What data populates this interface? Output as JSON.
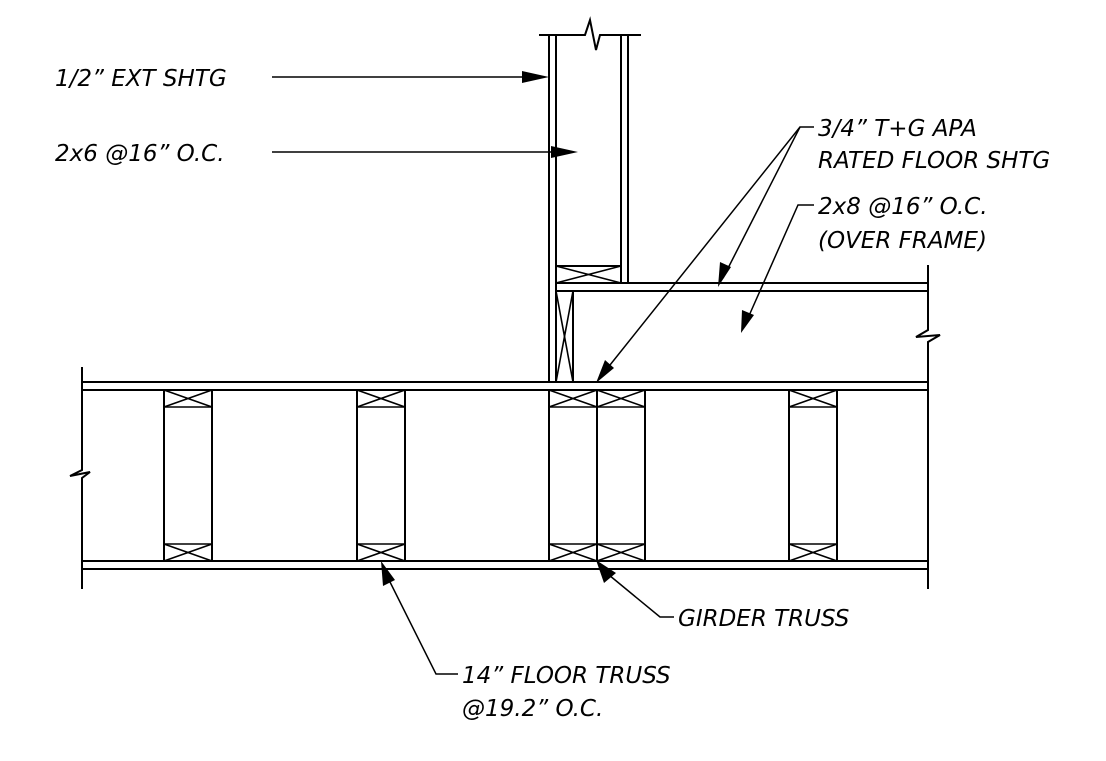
{
  "colors": {
    "line": "#000000",
    "background": "#ffffff"
  },
  "labels": {
    "ext_sheathing": "1/2” EXT SHTG",
    "wall_studs": "2x6 @16” O.C.",
    "floor_sheathing_line1": "3/4” T+G APA",
    "floor_sheathing_line2": "RATED FLOOR SHTG",
    "joists_line1": "2x8 @16” O.C.",
    "joists_line2": "(OVER FRAME)",
    "girder_truss": "GIRDER TRUSS",
    "floor_truss_line1": "14” FLOOR TRUSS",
    "floor_truss_line2": "@19.2” O.C."
  }
}
